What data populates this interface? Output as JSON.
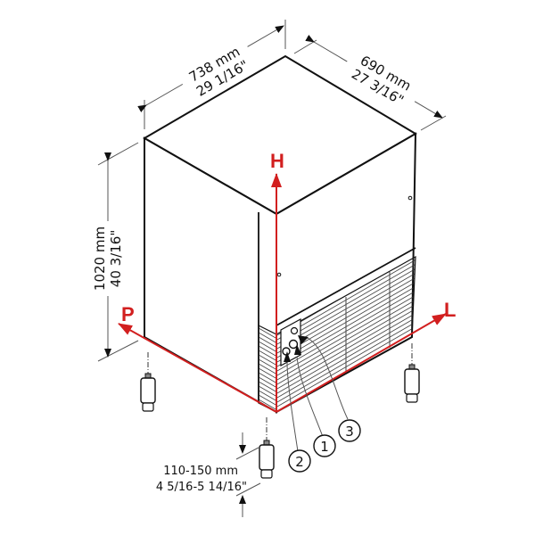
{
  "diagram": {
    "type": "isometric-dimension-drawing",
    "colors": {
      "outline": "#111111",
      "axis": "#d21f1f",
      "dimension_line": "#555555",
      "background": "#ffffff"
    },
    "dimensions": {
      "width": {
        "mm": "738 mm",
        "inch": "29 1/16\""
      },
      "depth": {
        "mm": "690 mm",
        "inch": "27 3/16\""
      },
      "height": {
        "mm": "1020 mm",
        "inch": "40 3/16\""
      },
      "feet": {
        "mm": "110-150 mm",
        "inch": "4 5/16-5 14/16\""
      }
    },
    "axes": {
      "height": "H",
      "width": "L",
      "depth": "P"
    },
    "callouts": [
      {
        "number": "1",
        "label": "1"
      },
      {
        "number": "2",
        "label": "2"
      },
      {
        "number": "3",
        "label": "3"
      }
    ]
  }
}
